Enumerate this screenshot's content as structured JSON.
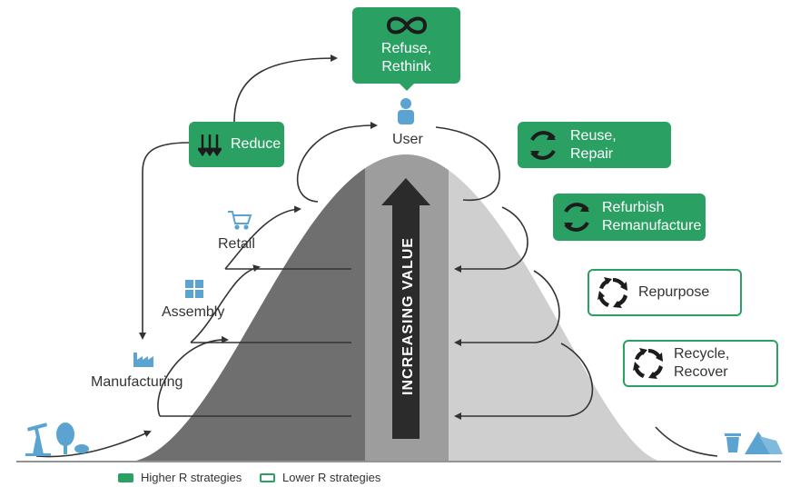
{
  "center": {
    "vertical_label": "INCREASING  VALUE"
  },
  "stages": {
    "user": "User",
    "retail": "Retail",
    "assembly": "Assembly",
    "manufacturing": "Manufacturing"
  },
  "strategies": {
    "refuse": "Refuse,\nRethink",
    "reduce": "Reduce",
    "reuse": "Reuse,\nRepair",
    "refurbish": "Refurbish\nRemanufacture",
    "repurpose": "Repurpose",
    "recycle": "Recycle,\nRecover"
  },
  "legend": {
    "higher": "Higher R strategies",
    "lower": "Lower R strategies"
  },
  "colors": {
    "green": "#2aa163",
    "blue_icon": "#5ba3d0",
    "dark_gray": "#6f6f6f",
    "mid_gray": "#9d9d9d",
    "light_gray": "#cfcfcf",
    "arrow": "#333333"
  },
  "icons": [
    "infinity-icon",
    "person-icon",
    "down-arrows-icon",
    "cart-icon",
    "puzzle-icon",
    "factory-icon",
    "cycle-icon",
    "trash-icon",
    "pumpjack-icon",
    "tree-icon"
  ]
}
